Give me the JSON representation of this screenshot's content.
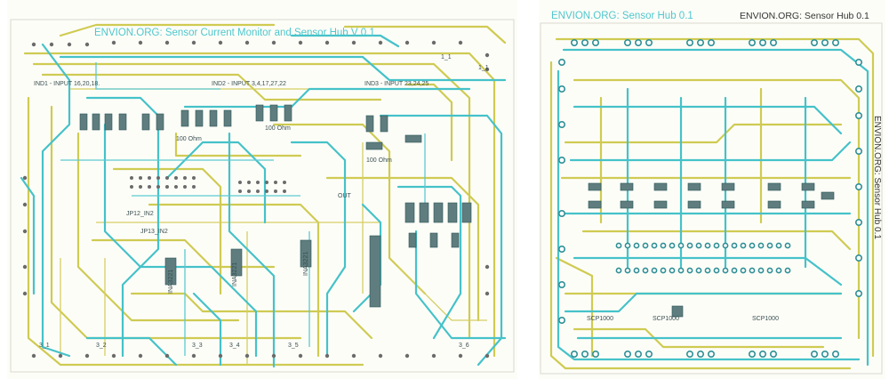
{
  "left_board": {
    "title": "ENVION.ORG: Sensor Current Monitor and Sensor Hub V 0.1",
    "labels": {
      "ind1": "IND1 - INPUT 16,20,18.",
      "ind2": "IND2 - INPUT 3,4,17,27,22",
      "ind3": "IND3 - INPUT 23,24,25",
      "ohm100a": "100 Ohm",
      "ohm100b": "100 Ohm",
      "ohm100c": "100 Ohm",
      "jp12": "JP12_IN2",
      "jp13": "JP13_IN2",
      "out": "OUT",
      "ic1": "INA3221",
      "ic2": "INA3221",
      "ic3": "INA3221",
      "pin11a": "1_1",
      "pin11b": "1_1",
      "pin31": "3_1",
      "pin32": "3_2",
      "pin33": "3_3",
      "pin34": "3_4",
      "pin35": "3_5",
      "pin36": "3_6"
    }
  },
  "right_board": {
    "title_left": "ENVION.ORG: Sensor Hub 0.1",
    "title_right": "ENVION.ORG: Sensor Hub 0.1",
    "title_vertical": "ENVION.ORG: Sensor Hub 0.1",
    "labels": {
      "u1": "SCP1000",
      "u2": "SCP1000",
      "u3": "SCP1000"
    }
  },
  "colors": {
    "trace_top": "#cfcb52",
    "trace_bottom": "#45c2c9",
    "board": "#fdfdf8"
  }
}
